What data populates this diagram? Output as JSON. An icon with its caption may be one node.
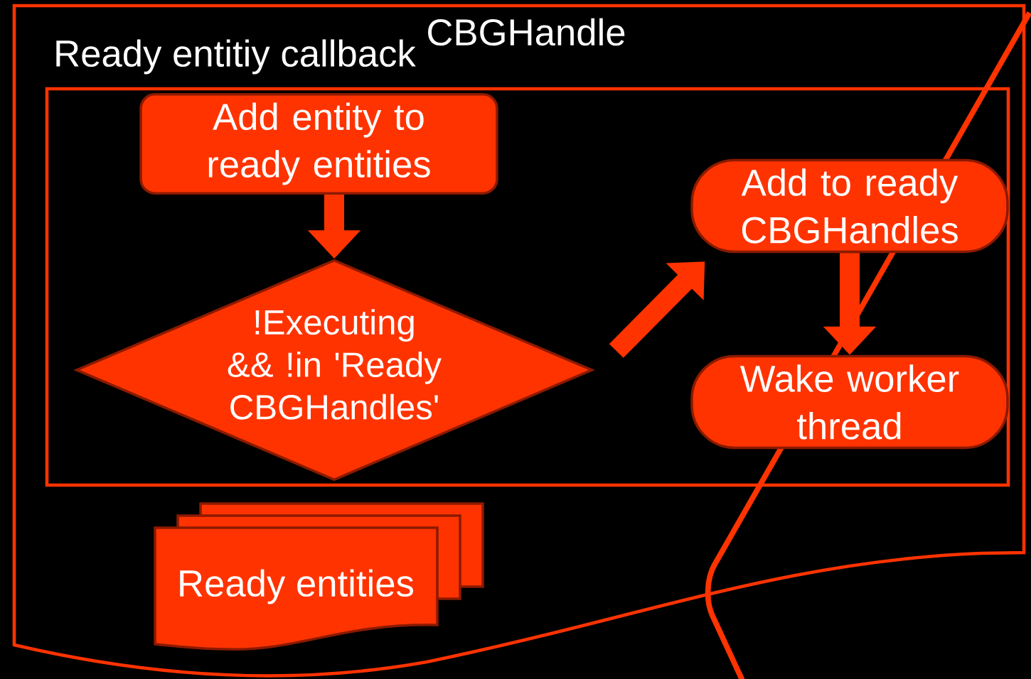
{
  "diagram": {
    "nodes": [
      {
        "text": [
          "CBGHandle"
        ]
      },
      {
        "text": [
          "Ready entitiy callback"
        ],
        "in": 0
      },
      {
        "text": [
          "Add entity to ready entities"
        ],
        "in": 1
      },
      {
        "text": [
          "!Executing && !in 'Ready CBGHandles'"
        ],
        "in": 1
      },
      {
        "text": [
          "Add to ready CBGHandles"
        ],
        "in": 1
      },
      {
        "text": [
          "Wake worker thread"
        ],
        "in": 1
      },
      {
        "text": [
          "Ready entities"
        ],
        "in": 0
      }
    ],
    "edges": [
      {
        "from": 2,
        "to": 3,
        "arrow": "to"
      },
      {
        "from": 3,
        "to": 4,
        "arrow": "to"
      },
      {
        "from": 4,
        "to": 5,
        "arrow": "to"
      }
    ]
  }
}
